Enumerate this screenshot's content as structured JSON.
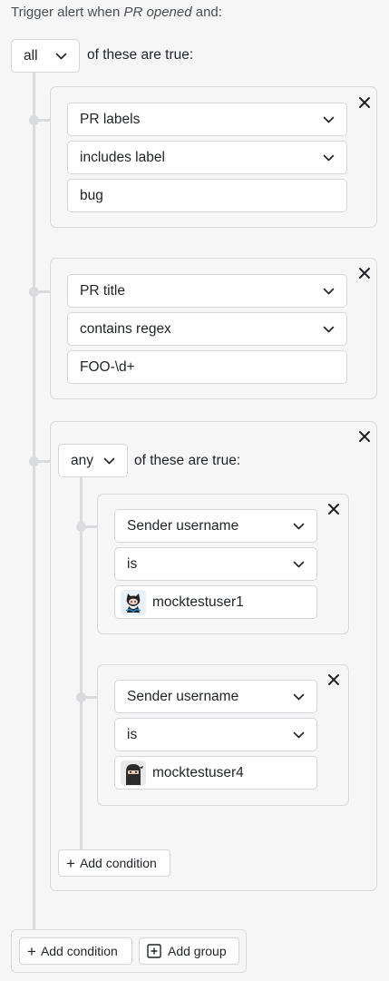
{
  "header": {
    "prefix": "Trigger alert when ",
    "event": "PR opened",
    "suffix": " and:"
  },
  "root_group": {
    "quantifier": "all",
    "suffix_text": "of these are true:",
    "conditions": [
      {
        "field": "PR labels",
        "operator": "includes label",
        "value": "bug"
      },
      {
        "field": "PR title",
        "operator": "contains regex",
        "value": "FOO-\\d+"
      }
    ],
    "nested_group": {
      "quantifier": "any",
      "suffix_text": "of these are true:",
      "conditions": [
        {
          "field": "Sender username",
          "operator": "is",
          "value": "mocktestuser1",
          "avatar_icon": "octocat-avatar-icon"
        },
        {
          "field": "Sender username",
          "operator": "is",
          "value": "mocktestuser4",
          "avatar_icon": "ninja-avatar-icon"
        }
      ],
      "add_condition_label": "Add condition"
    }
  },
  "footer": {
    "add_condition_label": "Add condition",
    "add_group_label": "Add group"
  },
  "colors": {
    "background": "#f6f6f7",
    "border": "#d4d6d9",
    "connector": "#dadbde",
    "text": "#1f2328"
  }
}
